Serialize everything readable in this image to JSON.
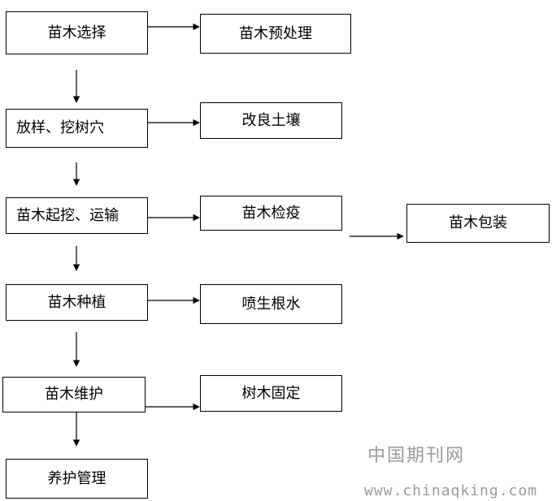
{
  "nodes": {
    "seedling_selection": "苗木选择",
    "seedling_pretreatment": "苗木预处理",
    "layout_dig_pit": "放样、挖树穴",
    "soil_improvement": "改良土壤",
    "dig_transport": "苗木起挖、运输",
    "seedling_quarantine": "苗木检疫",
    "seedling_packaging": "苗木包装",
    "seedling_planting": "苗木种植",
    "spray_rooting_water": "喷生根水",
    "seedling_maintenance": "苗木维护",
    "tree_fixing": "树木固定",
    "care_management": "养护管理"
  },
  "watermark": {
    "site_name": "中国期刊网",
    "url": "www.chinaqking.com"
  }
}
